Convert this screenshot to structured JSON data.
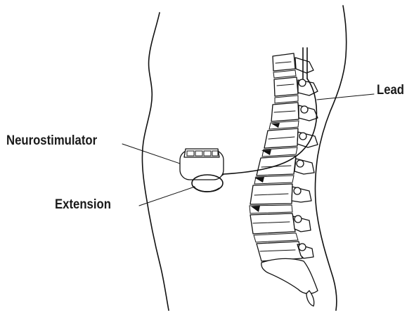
{
  "labels": {
    "lead": "Lead",
    "neurostimulator": "Neurostimulator",
    "extension": "Extension"
  }
}
